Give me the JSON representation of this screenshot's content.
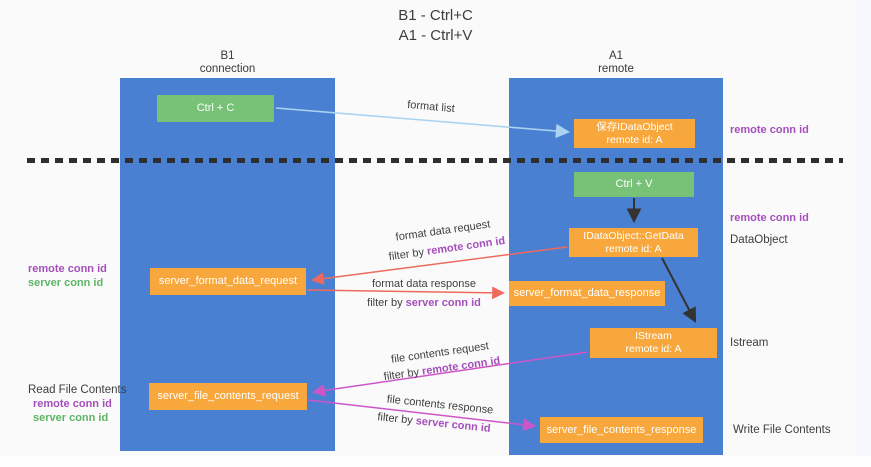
{
  "title": {
    "line1": "B1 - Ctrl+C",
    "line2": "A1 - Ctrl+V"
  },
  "lanes": {
    "left": {
      "name": "B1",
      "subtitle": "connection"
    },
    "right": {
      "name": "A1",
      "subtitle": "remote"
    }
  },
  "nodes": {
    "ctrl_c": "Ctrl + C",
    "save_dataobject": {
      "line1": "保存IDataObject",
      "line2": "remote id: A"
    },
    "ctrl_v": "Ctrl + V",
    "getdata": {
      "line1": "IDataObject::GetData",
      "line2": "remote id: A"
    },
    "server_format_data_request": "server_format_data_request",
    "server_format_data_response": "server_format_data_response",
    "istream": {
      "line1": "IStream",
      "line2": "remote id: A"
    },
    "server_file_contents_request": "server_file_contents_request",
    "server_file_contents_response": "server_file_contents_response"
  },
  "arrow_labels": {
    "format_list": "format list",
    "format_data_request": "format data request",
    "format_data_response": "format data response",
    "file_contents_request": "file contents request",
    "file_contents_response": "file contents response",
    "filter_by": "filter by ",
    "remote_conn_id": "remote conn id",
    "server_conn_id": "server conn id"
  },
  "side_labels": {
    "right_remote_conn_id_top": "remote conn id",
    "right_remote_conn_id_mid": "remote conn id",
    "dataobject": "DataObject",
    "istream": "Istream",
    "write_file_contents": "Write File Contents",
    "read_file_contents": "Read File Contents",
    "left_remote_conn_id_top": "remote conn id",
    "left_server_conn_id_top": "server conn id",
    "left_remote_conn_id_bottom": "remote conn id",
    "left_server_conn_id_bottom": "server conn id"
  },
  "colors": {
    "lane_blue": "#4a80d2",
    "box_green": "#77c277",
    "box_orange": "#f8a73c",
    "arrow_light_blue": "#a9d3f0",
    "arrow_red": "#ee6a5e",
    "arrow_magenta": "#cd55c8",
    "arrow_black": "#333333",
    "text_purple": "#a44fbb",
    "text_green": "#5cb564",
    "text_dark": "#3d3d3d"
  }
}
